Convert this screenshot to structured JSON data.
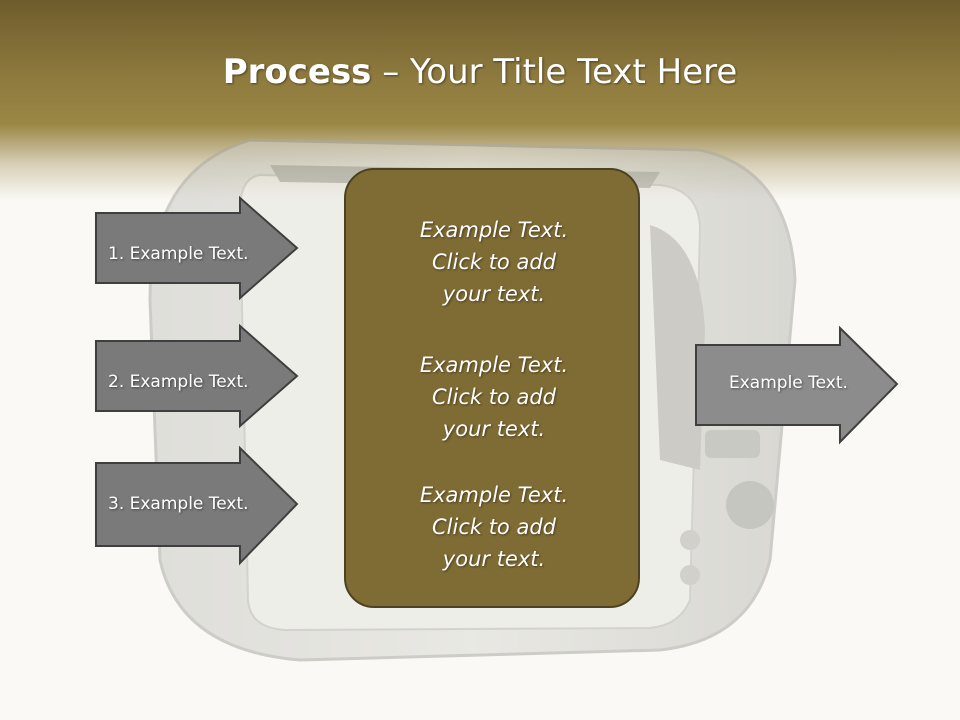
{
  "title": {
    "bold": "Process",
    "rest": " – Your Title Text Here"
  },
  "left_arrows": [
    {
      "label": "1. Example Text."
    },
    {
      "label": "2. Example Text."
    },
    {
      "label": "3. Example Text."
    }
  ],
  "center": {
    "paragraphs": [
      {
        "line1": "Example Text.",
        "line2": "Click  to add",
        "line3": "your text."
      },
      {
        "line1": "Example Text.",
        "line2": "Click  to add",
        "line3": "your text."
      },
      {
        "line1": "Example Text.",
        "line2": "Click  to add",
        "line3": "your text."
      }
    ]
  },
  "right_arrow": {
    "label": "Example Text."
  },
  "colors": {
    "header": "#8f7b3e",
    "center_box": "#7f6c34",
    "left_arrow_fill": "#7a7a7a",
    "right_arrow_fill": "#8c8c8c"
  }
}
